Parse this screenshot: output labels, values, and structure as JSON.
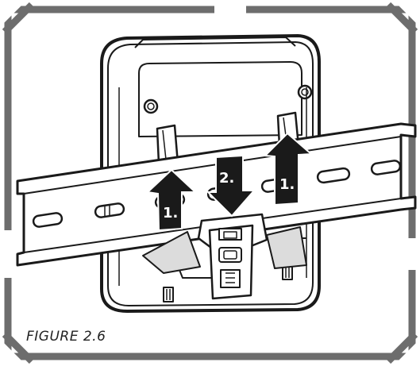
{
  "figure": {
    "caption": "FIGURE 2.6"
  },
  "steps": {
    "left_arrow": "1.",
    "center_arrow": "2.",
    "right_arrow": "1."
  },
  "colors": {
    "frame": "#6d6d6d",
    "line": "#1a1a1a",
    "arrow": "#1a1a1a",
    "device_fill": "#ffffff",
    "rail_fill": "#ffffff",
    "mount_shade": "#dcdcdc"
  },
  "icons": {
    "left_arrow": "arrow-up-icon",
    "center_arrow": "arrow-down-icon",
    "right_arrow": "arrow-up-icon"
  }
}
